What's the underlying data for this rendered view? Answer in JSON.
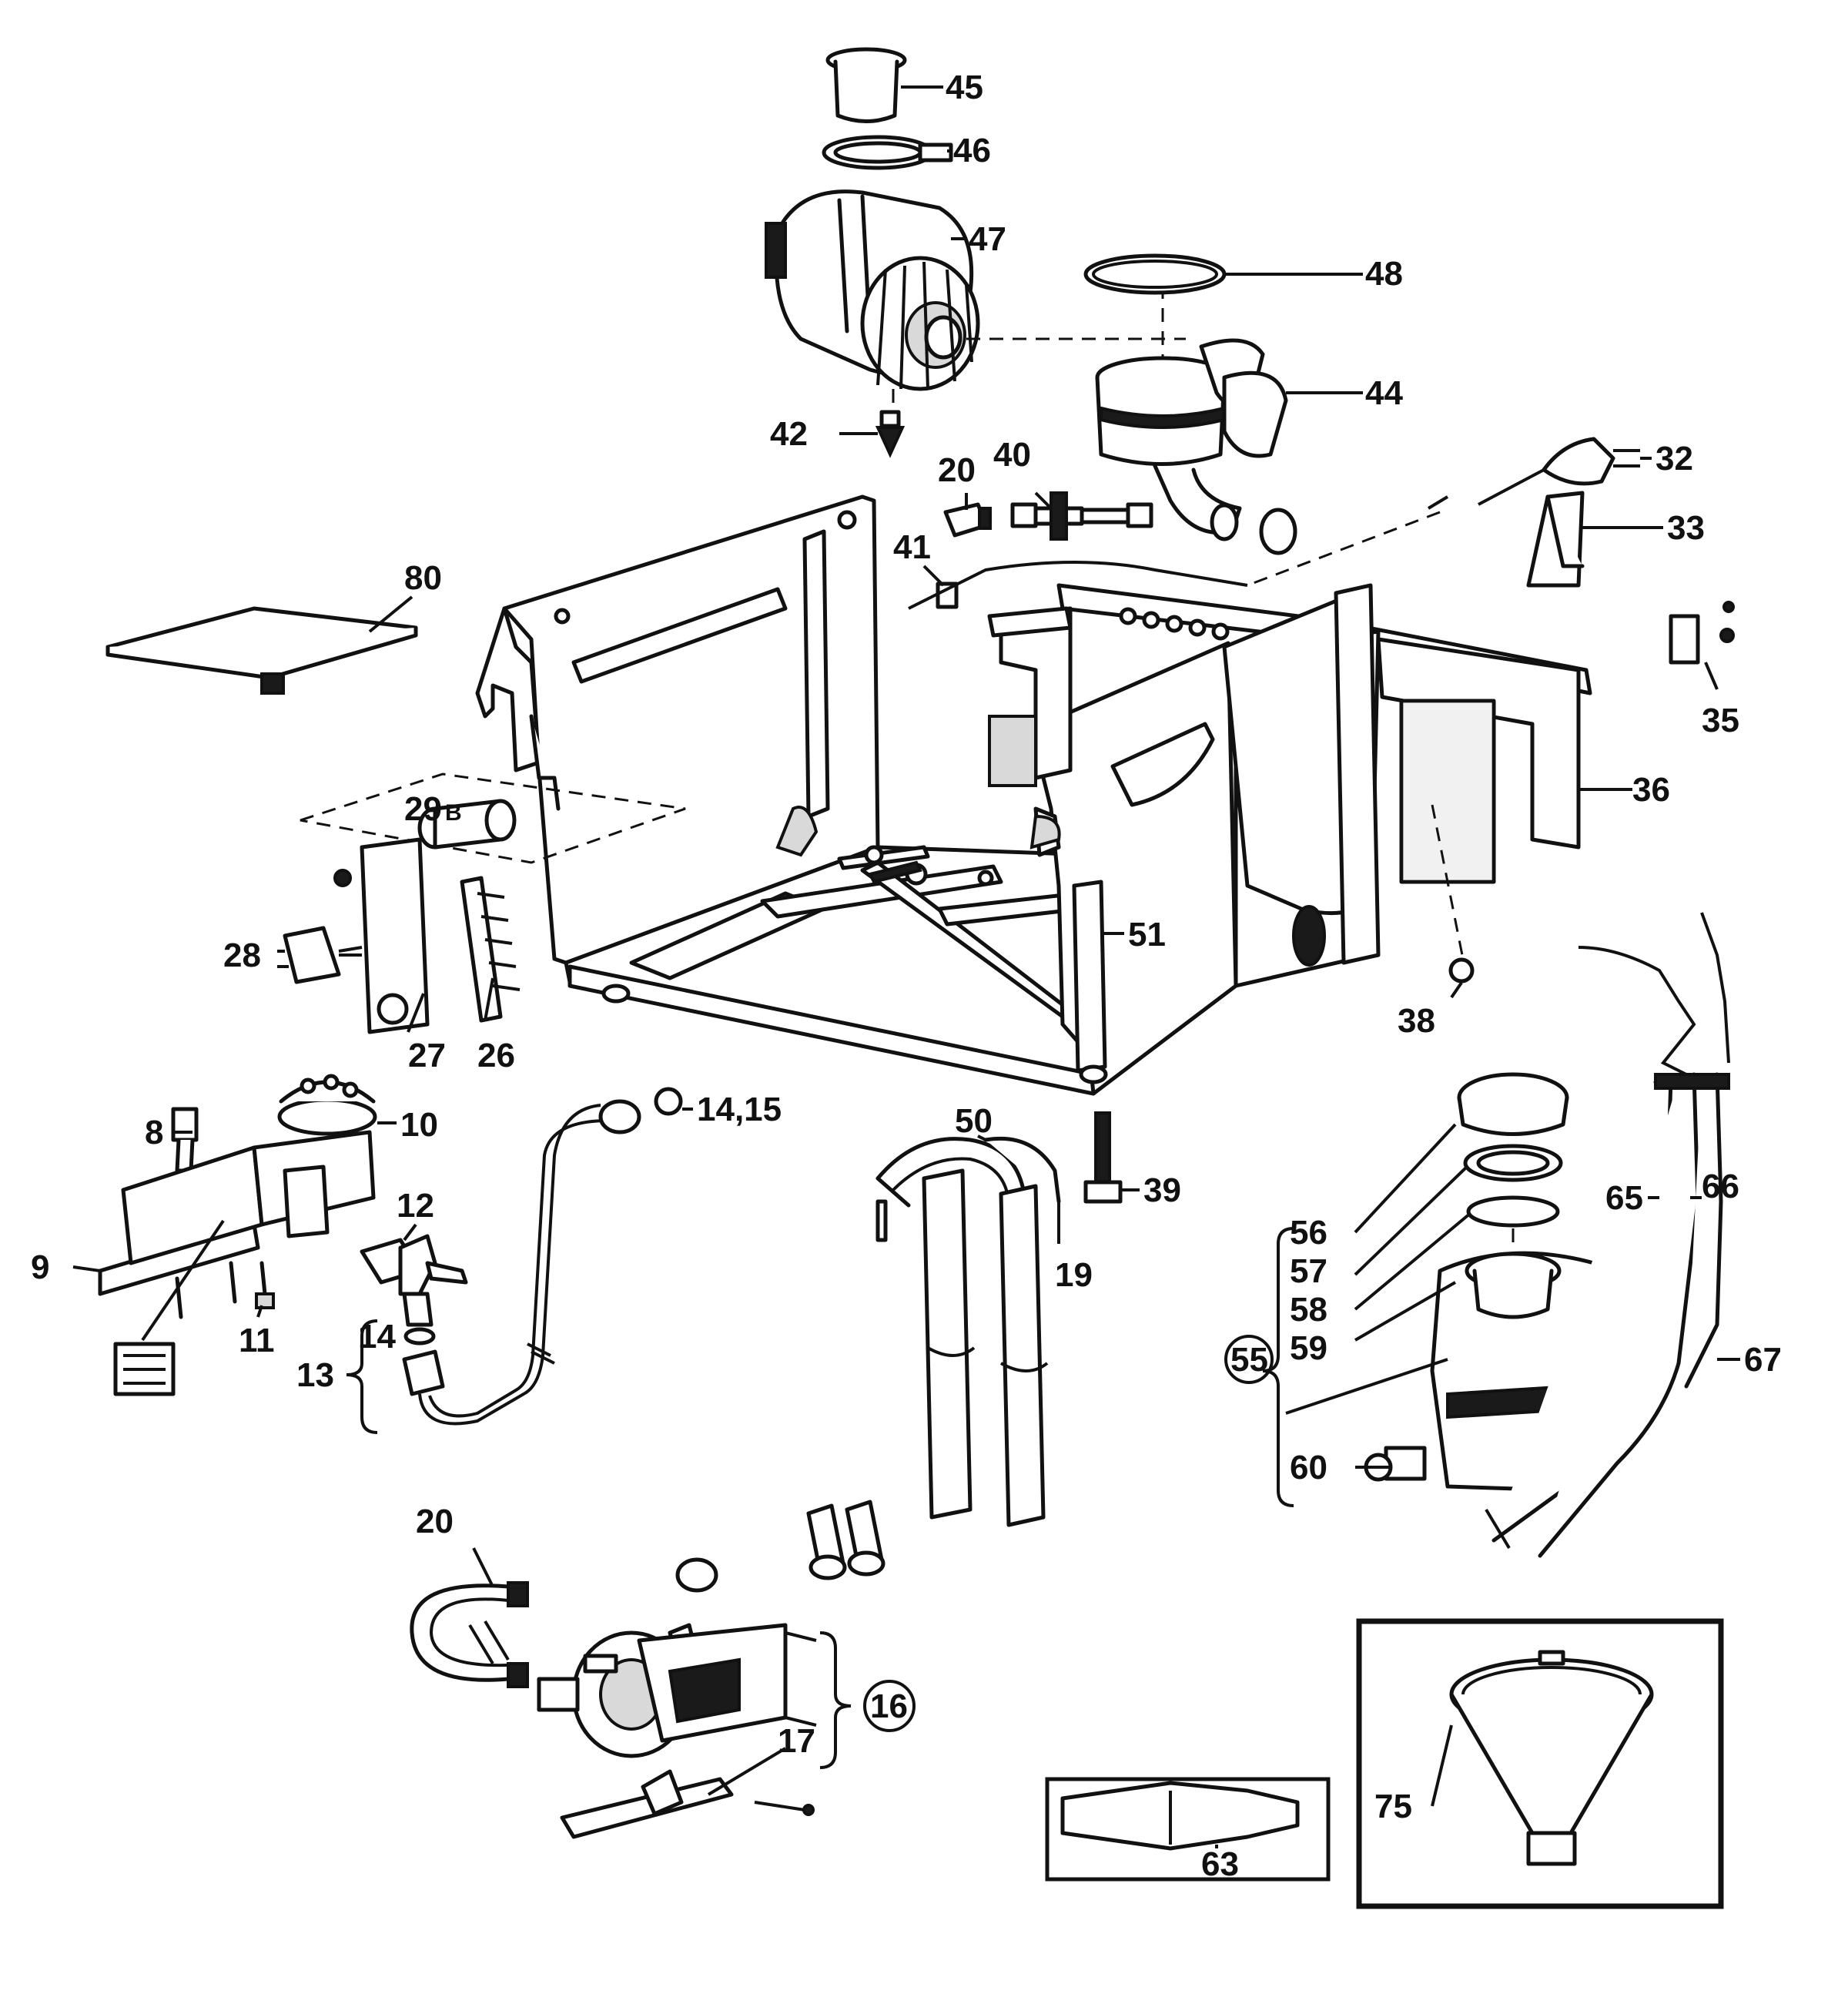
{
  "labels": {
    "l45": "45",
    "l46": "46",
    "l47": "47",
    "l48": "48",
    "l44": "44",
    "l42": "42",
    "l40": "40",
    "l20a": "20",
    "l32": "32",
    "l33": "33",
    "l41": "41",
    "l80": "80",
    "l35": "35",
    "l36": "36",
    "l29": "29",
    "l29b": "B",
    "l28": "28",
    "l27": "27",
    "l26": "26",
    "l51": "51",
    "l38": "38",
    "l8": "8",
    "l10": "10",
    "l1415": "14,15",
    "l12": "12",
    "l9": "9",
    "l11": "11",
    "l14": "14",
    "l13": "13",
    "l50": "50",
    "l39": "39",
    "l19": "19",
    "l56": "56",
    "l57": "57",
    "l58": "58",
    "l59": "59",
    "l55": "55",
    "l60": "60",
    "l65": "65",
    "l66": "66",
    "l67": "67",
    "l20b": "20",
    "l16": "16",
    "l17": "17",
    "l75": "75",
    "l63": "63"
  },
  "icons": [
    "numbered-key-plate",
    "power-plug",
    "funnel",
    "screwdriver-bit"
  ]
}
